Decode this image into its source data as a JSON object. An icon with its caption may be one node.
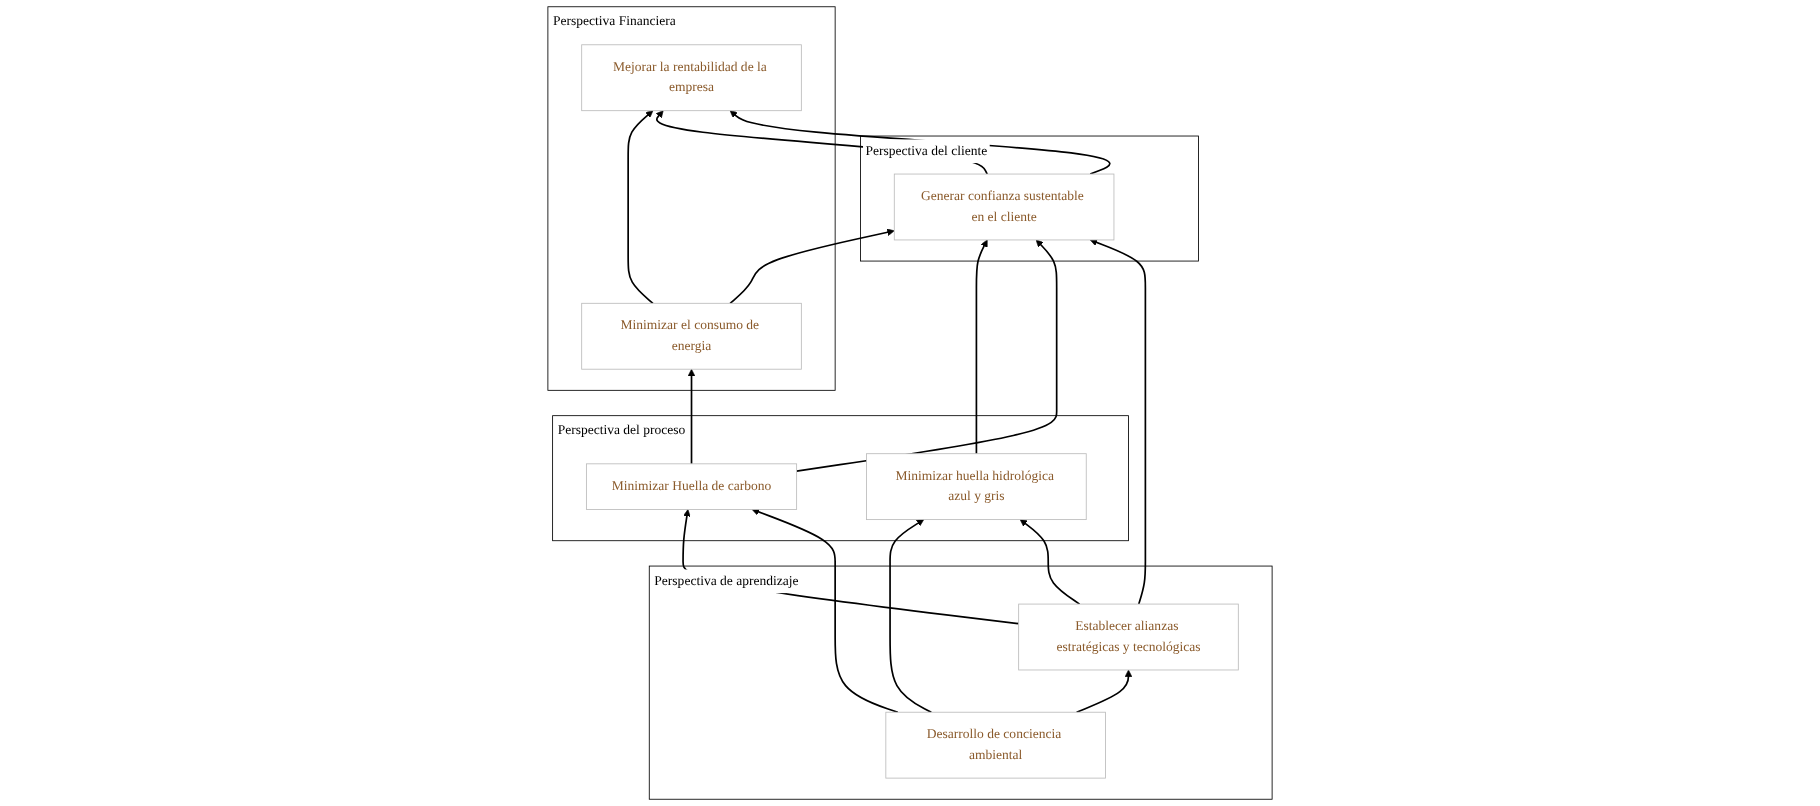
{
  "diagram": {
    "nodes": [
      {
        "text": [
          "Perspectiva Financiera"
        ]
      },
      {
        "text": [
          "Mejorar la rentabilidad de la empresa"
        ],
        "in": 0
      },
      {
        "text": [
          "Minimizar el consumo de energia"
        ],
        "in": 0
      },
      {
        "text": [
          "Perspectiva del cliente"
        ]
      },
      {
        "text": [
          "Generar confianza sustentable en el cliente"
        ],
        "in": 3
      },
      {
        "text": [
          "Perspectiva del proceso"
        ]
      },
      {
        "text": [
          "Minimizar huella hidrológica azul y gris"
        ],
        "in": 5
      },
      {
        "text": [
          "Minimizar Huella de carbono"
        ],
        "in": 5
      },
      {
        "text": [
          "Perspectiva de aprendizaje"
        ]
      },
      {
        "text": [
          "Establecer alianzas estratégicas y tecnológicas"
        ],
        "in": 8
      },
      {
        "text": [
          "Desarrollo de conciencia ambiental"
        ],
        "in": 8
      }
    ],
    "edges": [
      {
        "from": 2,
        "to": 1,
        "arrow": "to"
      },
      {
        "from": 4,
        "to": 1,
        "arrow": "to"
      },
      {
        "from": 4,
        "to": 1,
        "arrow": "to"
      },
      {
        "from": 2,
        "to": 4,
        "arrow": "to"
      },
      {
        "from": 7,
        "to": 2,
        "arrow": "to"
      },
      {
        "from": 6,
        "to": 4,
        "arrow": "to"
      },
      {
        "from": 7,
        "to": 4,
        "arrow": "to"
      },
      {
        "from": 9,
        "to": 4,
        "arrow": "to"
      },
      {
        "from": 9,
        "to": 7,
        "arrow": "to"
      },
      {
        "from": 10,
        "to": 6,
        "arrow": "to"
      },
      {
        "from": 10,
        "to": 9,
        "arrow": "to"
      },
      {
        "from": 10,
        "to": 7,
        "arrow": "to"
      },
      {
        "from": 9,
        "to": 6,
        "arrow": "to"
      }
    ]
  }
}
